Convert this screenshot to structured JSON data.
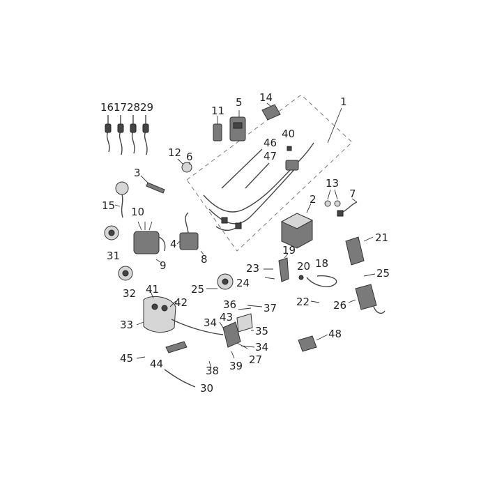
{
  "part_numbers": [
    "16",
    "17",
    "28",
    "29",
    "5",
    "14",
    "1",
    "11",
    "40",
    "46",
    "47",
    "12",
    "6",
    "3",
    "13",
    "7",
    "15",
    "10",
    "2",
    "21",
    "31",
    "9",
    "4",
    "8",
    "19",
    "23",
    "20",
    "18",
    "25",
    "32",
    "41",
    "42",
    "36",
    "37",
    "24",
    "22",
    "26",
    "33",
    "34",
    "43",
    "35",
    "34",
    "27",
    "48",
    "45",
    "44",
    "38",
    "39",
    "30",
    "25"
  ],
  "colors": {
    "line": "#333333",
    "part_fill": "#7a7a7a",
    "dashed_outline": "#777777"
  }
}
